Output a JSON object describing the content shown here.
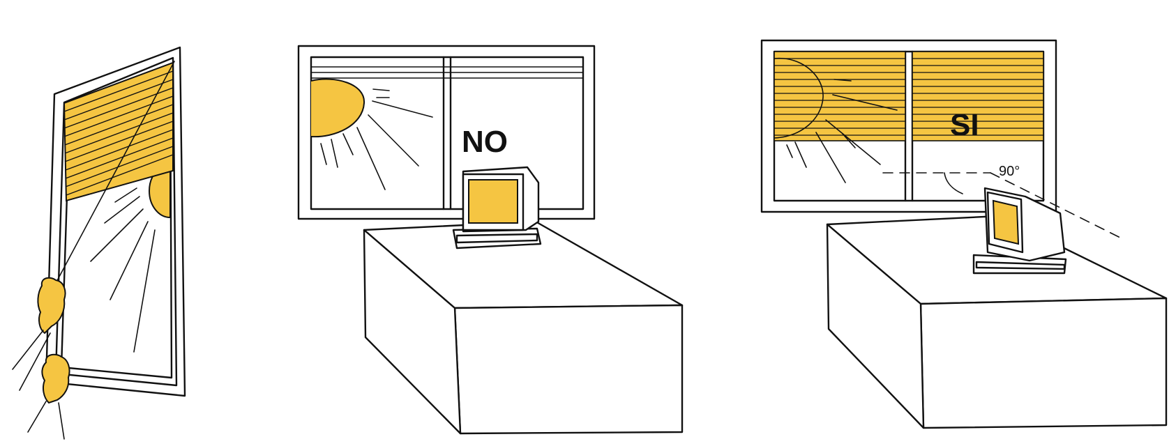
{
  "labels": {
    "no": "NO",
    "si": "SI",
    "angle": "90°"
  },
  "colors": {
    "accent_yellow": "#F5C542",
    "line": "#111111",
    "background": "#FFFFFF"
  }
}
